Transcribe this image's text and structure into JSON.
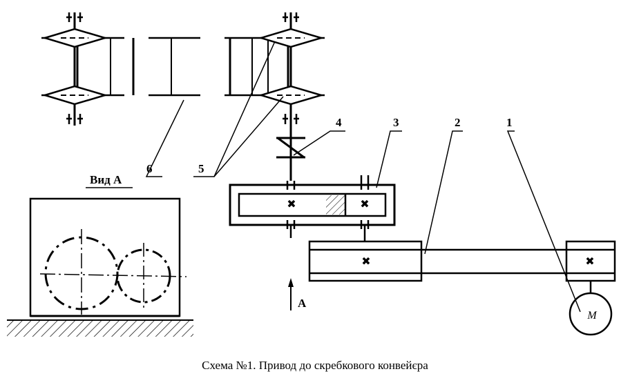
{
  "caption": "Схема №1. Привод до скребкового конвейєра",
  "view_label": "Вид А",
  "arrow_label": "А",
  "motor_label": "М",
  "callouts": [
    "1",
    "2",
    "3",
    "4",
    "5",
    "6"
  ]
}
